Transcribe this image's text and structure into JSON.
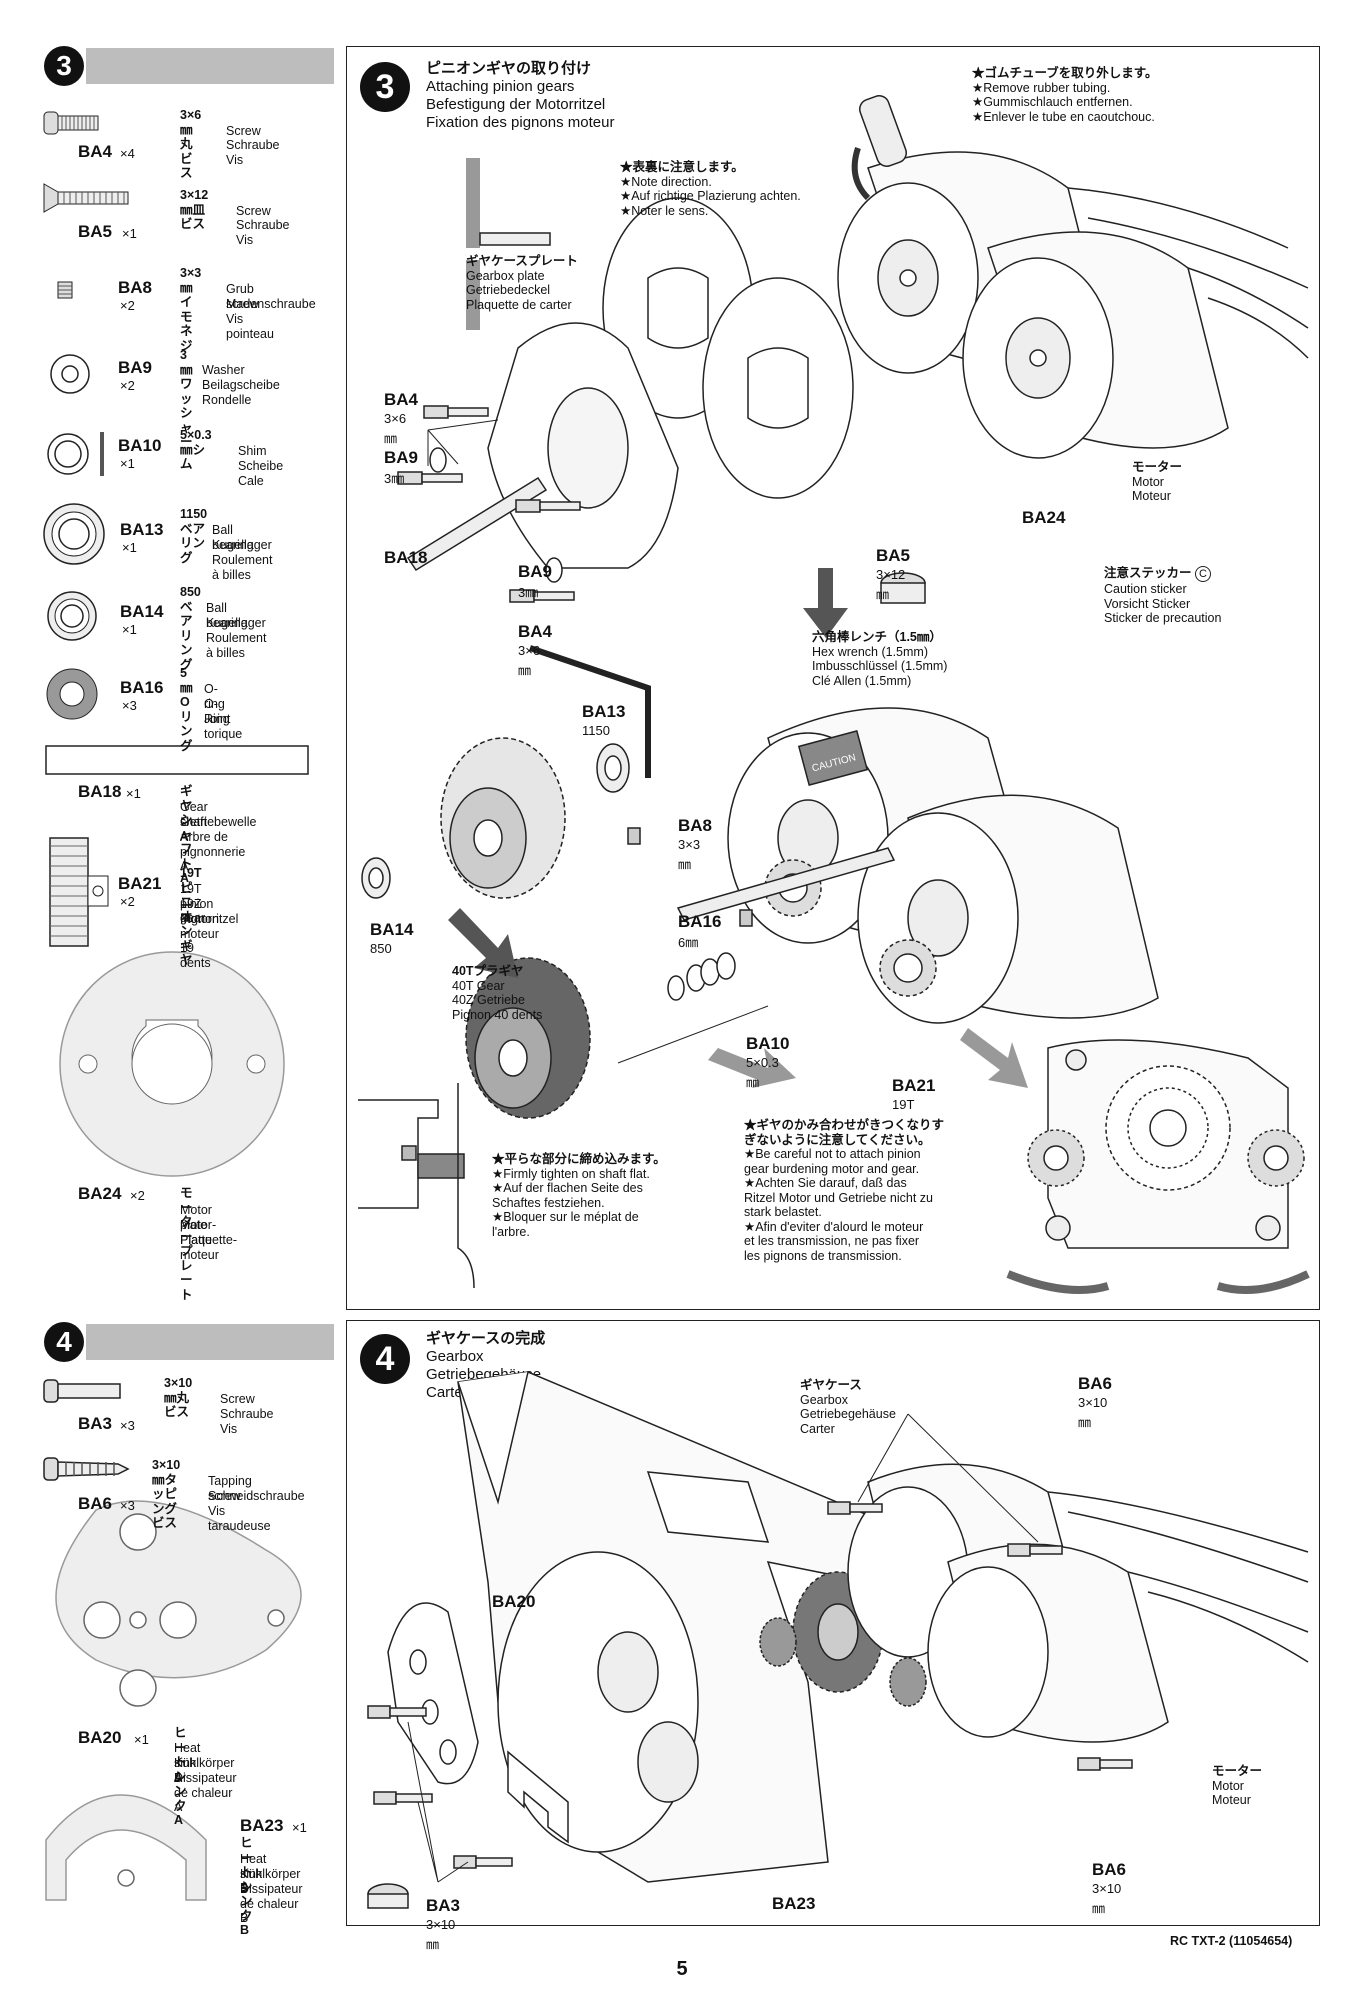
{
  "step3": {
    "num": "3",
    "title_jp": "ピニオンギヤの取り付け",
    "title_en": "Attaching pinion gears",
    "title_de": "Befestigung der Motorritzel",
    "title_fr": "Fixation des pignons moteur",
    "parts": [
      {
        "code": "BA4",
        "qty": "×4",
        "jp": "3×6㎜丸ビス",
        "en": "Screw",
        "de": "Schraube",
        "fr": "Vis"
      },
      {
        "code": "BA5",
        "qty": "×1",
        "jp": "3×12㎜皿ビス",
        "en": "Screw",
        "de": "Schraube",
        "fr": "Vis"
      },
      {
        "code": "BA8",
        "qty": "×2",
        "jp": "3×3㎜イモネジ",
        "en": "Grub screw",
        "de": "Madenschraube",
        "fr": "Vis pointeau"
      },
      {
        "code": "BA9",
        "qty": "×2",
        "jp": "3㎜ワッシャー",
        "en": "Washer",
        "de": "Beilagscheibe",
        "fr": "Rondelle"
      },
      {
        "code": "BA10",
        "qty": "×1",
        "jp": "5×0.3㎜シム",
        "en": "Shim",
        "de": "Scheibe",
        "fr": "Cale"
      },
      {
        "code": "BA13",
        "qty": "×1",
        "jp": "1150ベアリング",
        "en": "Ball bearing",
        "de": "Kugellager",
        "fr": "Roulement à billes"
      },
      {
        "code": "BA14",
        "qty": "×1",
        "jp": "850ベアリング",
        "en": "Ball bearing",
        "de": "Kugellager",
        "fr": "Roulement à billes"
      },
      {
        "code": "BA16",
        "qty": "×3",
        "jp": "5㎜Oリング",
        "en": "O-ring",
        "de": "O-Ring",
        "fr": "Joint torique"
      },
      {
        "code": "BA18",
        "qty": "×1",
        "jp": "ギヤシャフトA",
        "en": "Gear shaft A",
        "de": "Getriebewelle A",
        "fr": "Arbre de pignonnerie A"
      },
      {
        "code": "BA21",
        "qty": "×2",
        "jp": "19Tピニオンギヤ",
        "en": "19T pinion gear",
        "de": "19Z Motorritzel",
        "fr": "Pignon moteur 19 dents"
      },
      {
        "code": "BA24",
        "qty": "×2",
        "jp": "モータープレート",
        "en": "Motor plate",
        "de": "Motor-Platte",
        "fr": "Plaquette-moteur"
      }
    ],
    "rubber_note": [
      "★ゴムチューブを取り外します。",
      "★Remove rubber tubing.",
      "★Gummischlauch entfernen.",
      "★Enlever le tube en caoutchouc."
    ],
    "direction_note": [
      "★表裏に注意します。",
      "★Note direction.",
      "★Auf richtige Plazierung achten.",
      "★Noter le sens."
    ],
    "gearbox_plate": [
      "ギヤケースプレート",
      "Gearbox plate",
      "Getriebedeckel",
      "Plaquette de carter"
    ],
    "motor_label": [
      "モーター",
      "Motor",
      "Moteur"
    ],
    "sticker_label": [
      "注意ステッカー",
      "Caution sticker",
      "Vorsicht Sticker",
      "Sticker de precaution"
    ],
    "sticker_c": "C",
    "wrench_label": [
      "六角棒レンチ（1.5㎜）",
      "Hex wrench (1.5mm)",
      "Imbusschlüssel (1.5mm)",
      "Clé Allen (1.5mm)"
    ],
    "gear40_label": [
      "40Tプラギヤ",
      "40T Gear",
      "40Z Getriebe",
      "Pignon 40 dents"
    ],
    "callouts": {
      "ba4a": "BA4",
      "ba4a_s": "3×6㎜",
      "ba9a": "BA9",
      "ba9a_s": "3㎜",
      "ba18": "BA18",
      "ba9b": "BA9",
      "ba9b_s": "3㎜",
      "ba4b": "BA4",
      "ba4b_s": "3×6㎜",
      "ba5": "BA5",
      "ba5_s": "3×12㎜",
      "ba24": "BA24",
      "ba13": "BA13",
      "ba13_s": "1150",
      "ba14": "BA14",
      "ba14_s": "850",
      "ba8": "BA8",
      "ba8_s": "3×3㎜",
      "ba16": "BA16",
      "ba16_s": "6㎜",
      "ba10": "BA10",
      "ba10_s": "5×0.3㎜",
      "ba21": "BA21",
      "ba21_s": "19T"
    },
    "flat_note": [
      "★平らな部分に締め込みます。",
      "★Firmly tighten on shaft flat.",
      "★Auf der flachen Seite des",
      "Schaftes festziehen.",
      "★Bloquer sur le méplat de",
      "l'arbre."
    ],
    "mesh_note": [
      "★ギヤのかみ合わせがきつくなりす",
      "ぎないように注意してください。",
      "★Be careful not to attach pinion",
      "gear burdening motor and gear.",
      "★Achten Sie darauf, daß das",
      "Ritzel Motor und Getriebe nicht zu",
      "stark belastet.",
      "★Afin d'eviter d'alourd le moteur",
      "et les transmission, ne pas fixer",
      "les pignons de transmission."
    ],
    "caution_text": "CAUTION"
  },
  "step4": {
    "num": "4",
    "title_jp": "ギヤケースの完成",
    "title_en": "Gearbox",
    "title_de": "Getriebegehäuse",
    "title_fr": "Carter",
    "parts": [
      {
        "code": "BA3",
        "qty": "×3",
        "jp": "3×10㎜丸ビス",
        "en": "Screw",
        "de": "Schraube",
        "fr": "Vis"
      },
      {
        "code": "BA6",
        "qty": "×3",
        "jp": "3×10㎜タッピングビス",
        "en": "Tapping screw",
        "de": "Schneidschraube",
        "fr": "Vis taraudeuse"
      },
      {
        "code": "BA20",
        "qty": "×1",
        "jp": "ヒートシンクA",
        "en": "Heat sink A",
        "de": "Kühlkörper A",
        "fr": "Dissipateur de chaleur A"
      },
      {
        "code": "BA23",
        "qty": "×1",
        "jp": "ヒートシンクB",
        "en": "Heat sink B",
        "de": "Kühlkörper B",
        "fr": "Dissipateur de chaleur B"
      }
    ],
    "gearbox_label": [
      "ギヤケース",
      "Gearbox",
      "Getriebegehäuse",
      "Carter"
    ],
    "motor_label": [
      "モーター",
      "Motor",
      "Moteur"
    ],
    "callouts": {
      "ba6a": "BA6",
      "ba6a_s": "3×10㎜",
      "ba20": "BA20",
      "ba6b": "BA6",
      "ba6b_s": "3×10㎜",
      "ba3": "BA3",
      "ba3_s": "3×10㎜",
      "ba23": "BA23"
    }
  },
  "footer": {
    "page": "5",
    "model": "RC TXT-2 (11054654)"
  }
}
